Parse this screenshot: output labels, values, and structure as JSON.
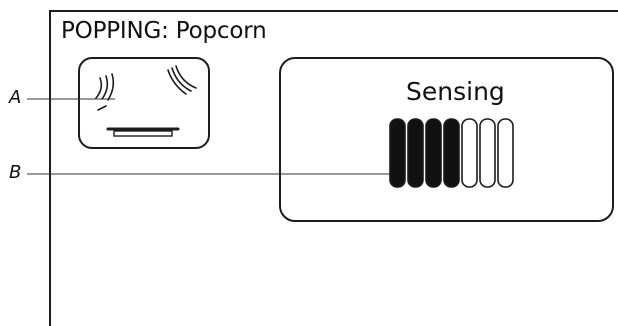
{
  "display": {
    "title": "POPPING: Popcorn",
    "sensing_label": "Sensing"
  },
  "callouts": {
    "a_label": "A",
    "b_label": "B"
  },
  "progress": {
    "total_bars": 7,
    "filled_bars": 4,
    "filled_color": "#111111",
    "empty_color": "#ffffff"
  },
  "icons": {
    "popcorn_icon": "microwave-popcorn-bag-icon"
  }
}
